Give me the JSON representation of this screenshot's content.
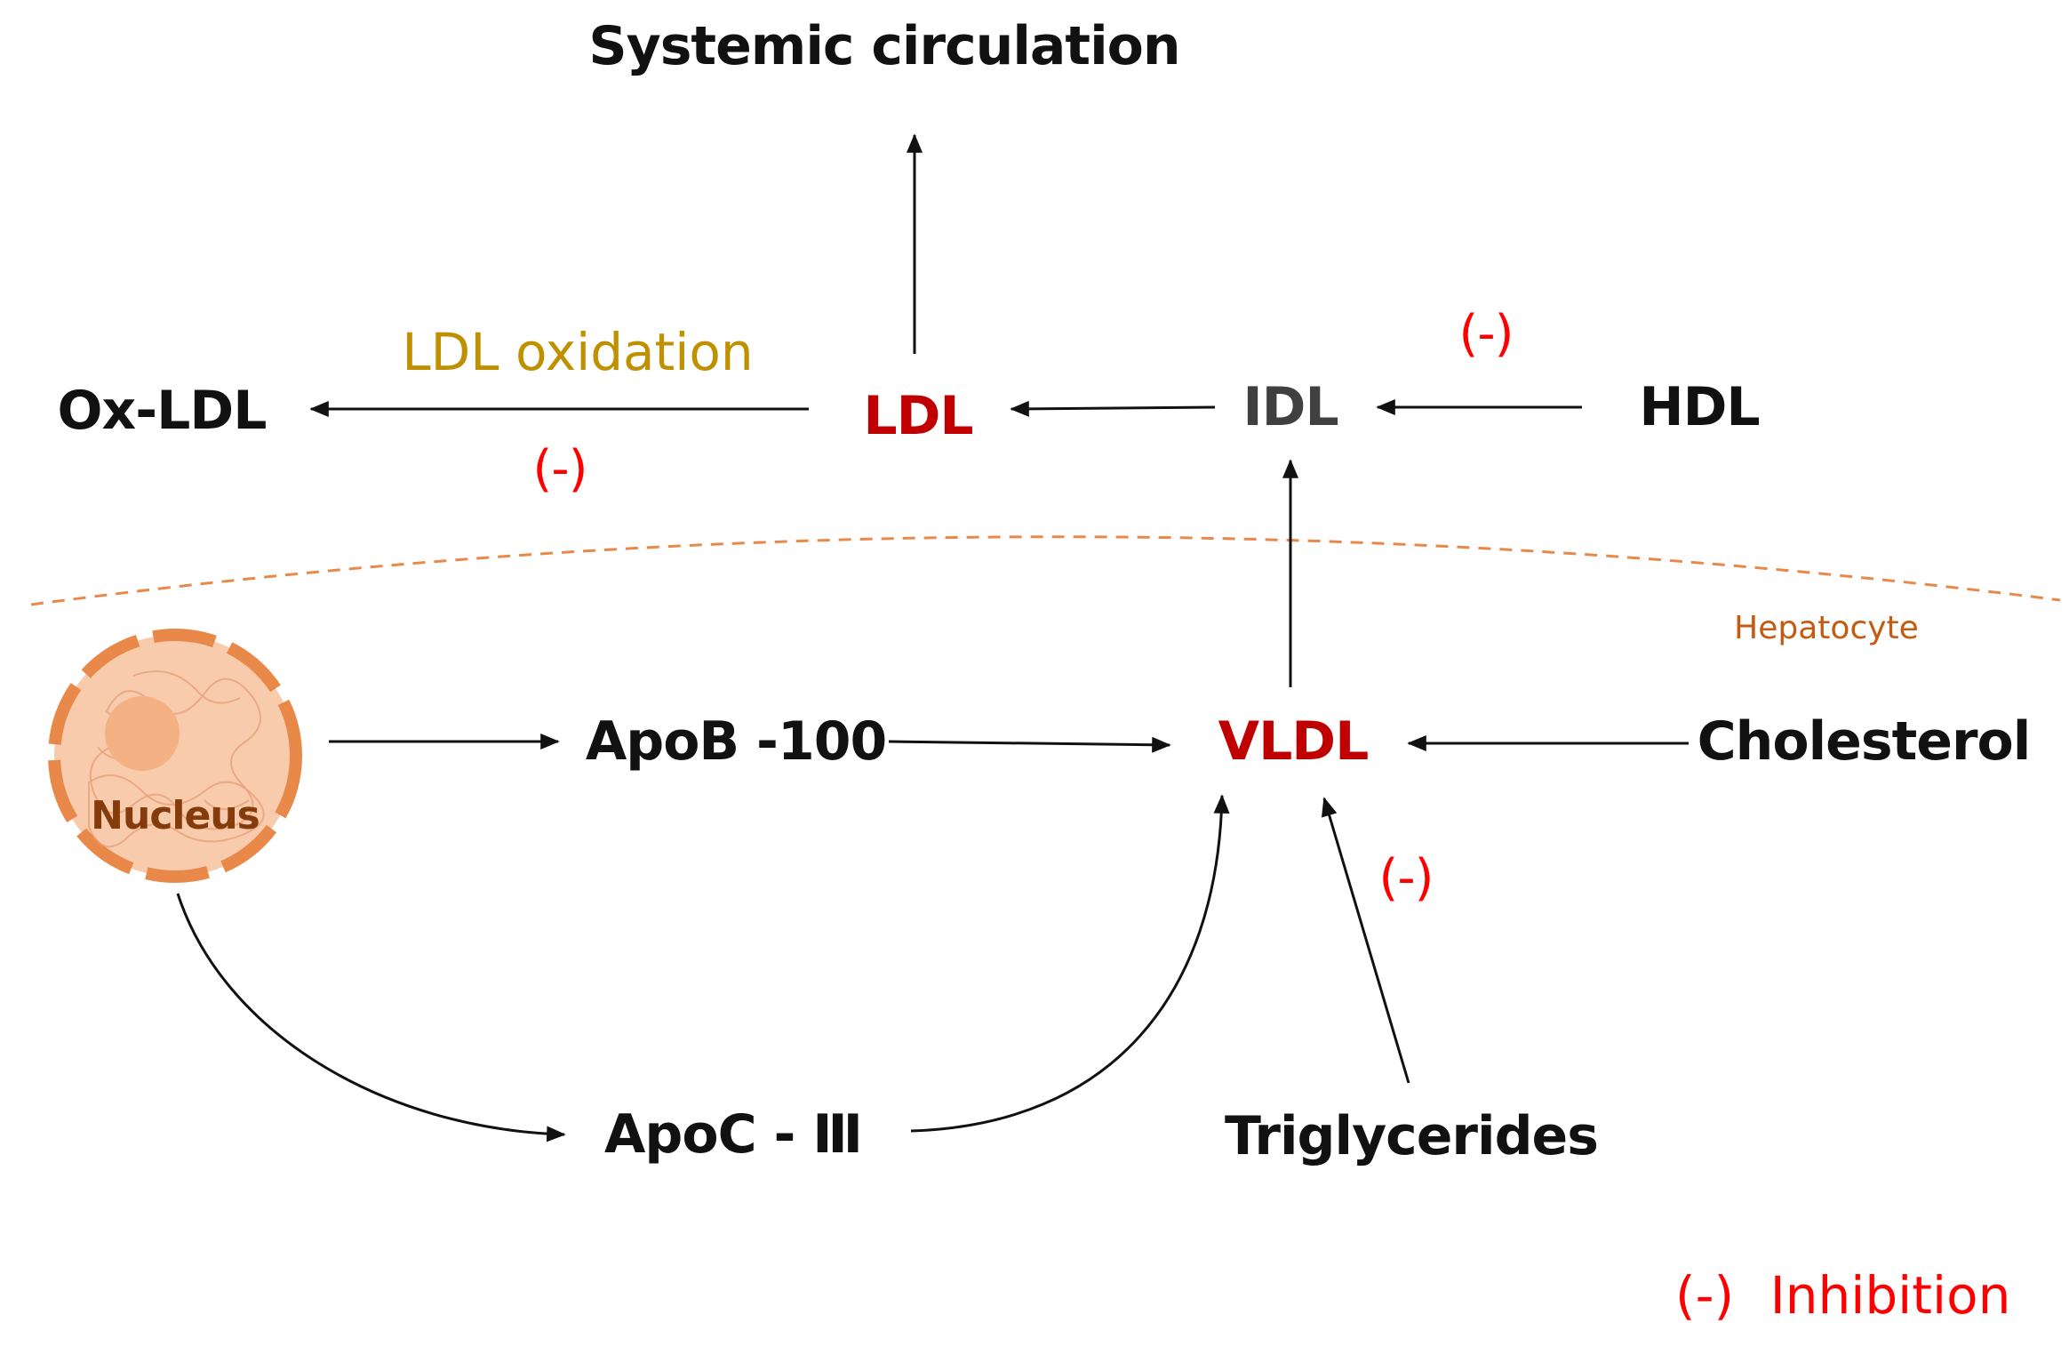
{
  "nodes": {
    "systemic": "Systemic circulation",
    "ox_ldl": "Ox-LDL",
    "ldl": "LDL",
    "idl": "IDL",
    "hdl": "HDL",
    "apob": "ApoB -100",
    "vldl": "VLDL",
    "cholesterol": "Cholesterol",
    "nucleus": "Nucleus",
    "apoc": "ApoC - Ⅲ",
    "triglycerides": "Triglycerides"
  },
  "annotations": {
    "ldl_oxidation": "LDL oxidation",
    "hepatocyte": "Hepatocyte",
    "inhibition_ldl": "(-)",
    "inhibition_hdl": "(-)",
    "inhibition_tg": "(-)"
  },
  "legend": {
    "symbol": "(-)",
    "text": "Inhibition"
  },
  "colors": {
    "black": "#111111",
    "dark_red": "#c00000",
    "red": "#ff0000",
    "gold": "#bf9000",
    "grey": "#404040",
    "orange": "#e8894a",
    "nucleus_fill": "#f8cbad",
    "nucleus_text": "#843c0c"
  }
}
